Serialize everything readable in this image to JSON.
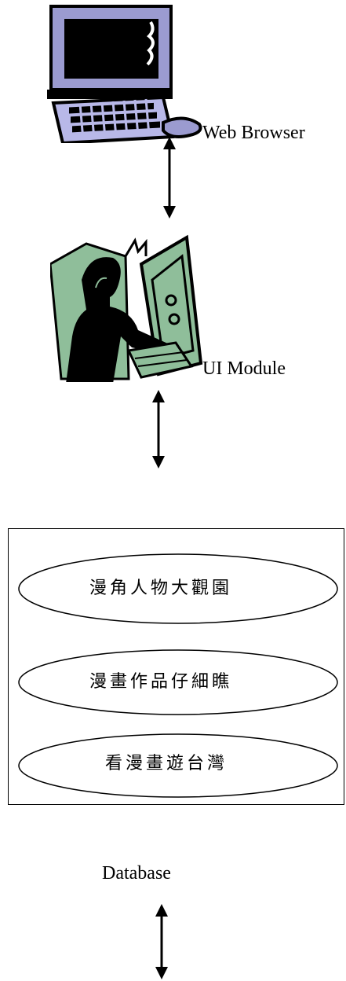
{
  "web_browser": {
    "label": "Web Browser"
  },
  "ui_module": {
    "label": "UI Module"
  },
  "modules": [
    {
      "label": "漫角人物大觀園"
    },
    {
      "label": "漫畫作品仔細瞧"
    },
    {
      "label": "看漫畫遊台灣"
    }
  ],
  "database": {
    "label": "Database"
  }
}
